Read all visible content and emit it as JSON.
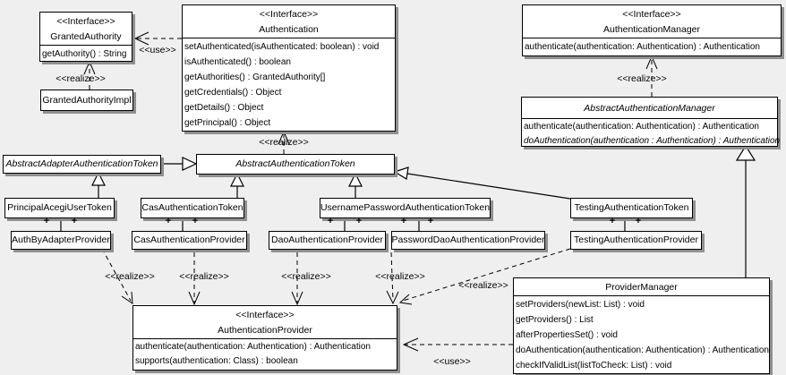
{
  "diagram_type": "uml-class-diagram",
  "labels": {
    "use": "<<use>>",
    "realize": "<<realize>>",
    "plus": "+"
  },
  "classes": {
    "granted_authority": {
      "stereotype": "<<Interface>>",
      "name": "GrantedAuthority",
      "methods": [
        "getAuthority() : String"
      ]
    },
    "granted_authority_impl": {
      "name": "GrantedAuthorityImpl"
    },
    "authentication": {
      "stereotype": "<<Interface>>",
      "name": "Authentication",
      "methods": [
        "setAuthenticated(isAuthenticated: boolean) : void",
        "isAuthenticated() : boolean",
        "getAuthorities() : GrantedAuthority[]",
        "getCredentials() : Object",
        "getDetails() : Object",
        "getPrincipal() : Object"
      ]
    },
    "authentication_manager": {
      "stereotype": "<<Interface>>",
      "name": "AuthenticationManager",
      "methods": [
        "authenticate(authentication: Authentication) : Authentication"
      ]
    },
    "abstract_authentication_manager": {
      "name": "AbstractAuthenticationManager",
      "methods": [
        "authenticate(authentication: Authentication) : Authentication",
        "doAuthentication(authentication : Authentication) : Authentication"
      ]
    },
    "abstract_adapter_authentication_token": {
      "name": "AbstractAdapterAuthenticationToken"
    },
    "abstract_authentication_token": {
      "name": "AbstractAuthenticationToken"
    },
    "principal_acegi_user_token": {
      "name": "PrincipalAcegiUserToken"
    },
    "cas_authentication_token": {
      "name": "CasAuthenticationToken"
    },
    "username_password_authentication_token": {
      "name": "UsernamePasswordAuthenticationToken"
    },
    "testing_authentication_token": {
      "name": "TestingAuthenticationToken"
    },
    "auth_by_adapter_provider": {
      "name": "AuthByAdapterProvider"
    },
    "cas_authentication_provider": {
      "name": "CasAuthenticationProvider"
    },
    "dao_authentication_provider": {
      "name": "DaoAuthenticationProvider"
    },
    "password_dao_authentication_provider": {
      "name": "PasswordDaoAuthenticationProvider"
    },
    "testing_authentication_provider": {
      "name": "TestingAuthenticationProvider"
    },
    "authentication_provider": {
      "stereotype": "<<Interface>>",
      "name": "AuthenticationProvider",
      "methods": [
        "authenticate(authentication: Authentication) : Authentication",
        "supports(authentication: Class) : boolean"
      ]
    },
    "provider_manager": {
      "name": "ProviderManager",
      "methods": [
        "setProviders(newList: List) : void",
        "getProviders() : List",
        "afterPropertiesSet() : void",
        "doAuthentication(authentication: Authentication) : Authentication",
        "checkIfValidList(listToCheck: List) : void"
      ]
    }
  }
}
